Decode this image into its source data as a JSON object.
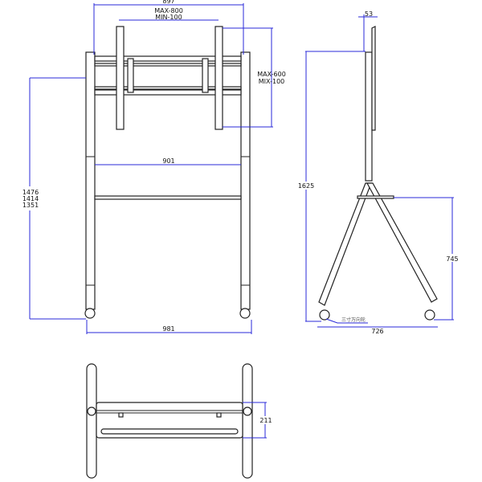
{
  "front_view": {
    "width_label": "897",
    "vesa_h_max": "MAX-800",
    "vesa_h_min": "MIN-100",
    "vesa_v_max": "MAX-600",
    "vesa_v_min": "MIX-100",
    "height_1": "1476",
    "height_2": "1414",
    "height_3": "1351",
    "inner_width": "901",
    "base_width": "981"
  },
  "side_view": {
    "depth_top": "53",
    "total_height": "1625",
    "shelf_height": "745",
    "base_depth": "726",
    "caster_note": "三寸万向轮"
  },
  "bottom_view": {
    "shelf_depth": "211"
  },
  "colors": {
    "line": "#222222",
    "dimension": "#2a2ad8"
  }
}
